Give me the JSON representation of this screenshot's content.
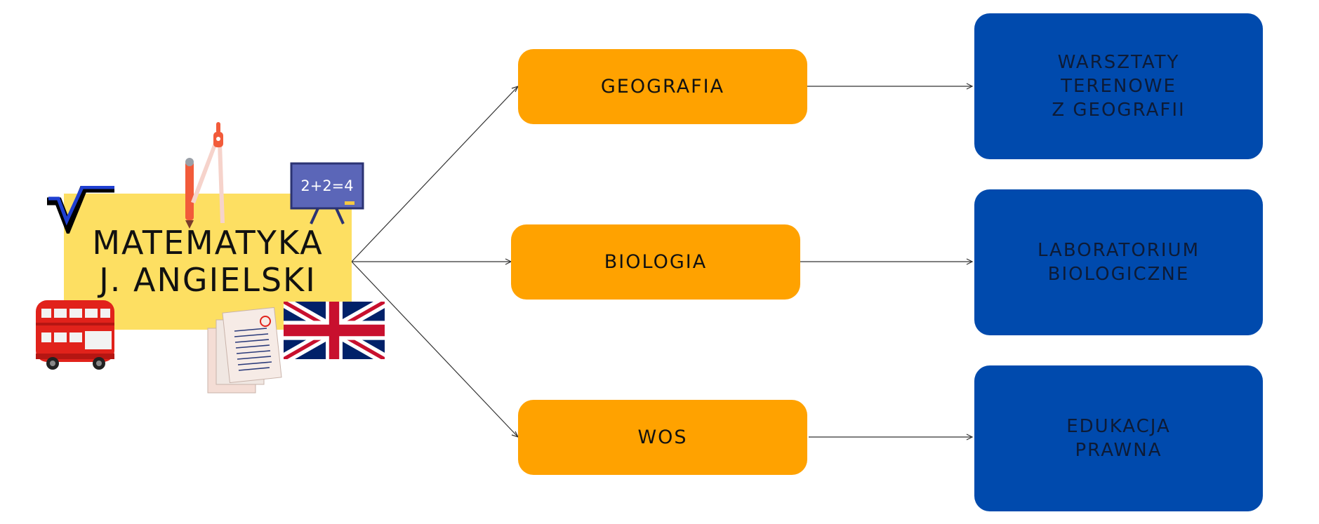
{
  "main": {
    "line1": "MATEMATYKA",
    "line2": "J. ANGIELSKI",
    "board_text": "2+2=4"
  },
  "subjects": [
    {
      "label": "GEOGRAFIA"
    },
    {
      "label": "BIOLOGIA"
    },
    {
      "label": "WOS"
    }
  ],
  "workshops": [
    {
      "label": "WARSZTATY\nTERENOWE\nZ GEOGRAFII"
    },
    {
      "label": "LABORATORIUM\nBIOLOGICZNE"
    },
    {
      "label": "EDUKACJA\nPRAWNA"
    }
  ],
  "colors": {
    "main_box": "#fddf62",
    "subject_box": "#ffa200",
    "workshop_box": "#004aad",
    "text": "#111111"
  },
  "icons": [
    "square-root-icon",
    "compass-icon",
    "chalkboard-icon",
    "double-decker-bus-icon",
    "papers-icon",
    "uk-flag-icon"
  ]
}
